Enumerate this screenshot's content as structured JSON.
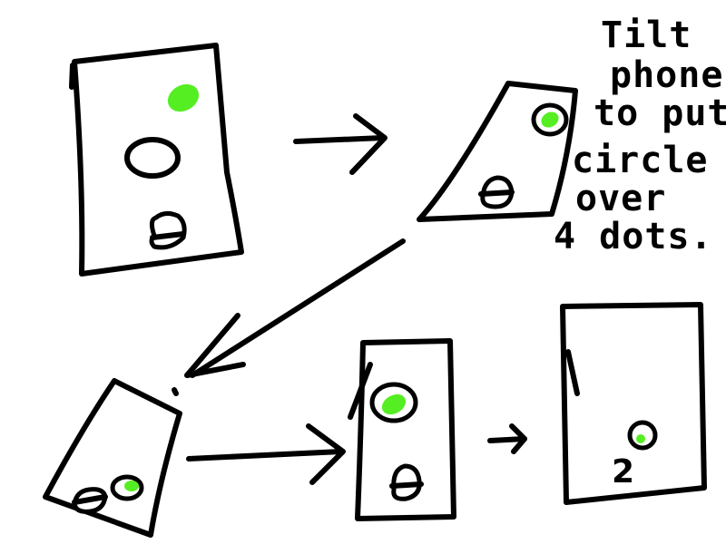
{
  "instruction": {
    "lines": [
      "Tilt",
      "phone",
      "to put",
      "circle",
      "over",
      "4 dots."
    ]
  },
  "colors": {
    "ink": "#000000",
    "dot": "#55ee22",
    "background": "#ffffff"
  },
  "frames": [
    {
      "name": "upright",
      "dot": "loose",
      "pawn": "under"
    },
    {
      "name": "tilted-back",
      "dot": "in-circle",
      "pawn": "under"
    },
    {
      "name": "tilted-side",
      "dot": "in-circle",
      "pawn": "beside"
    },
    {
      "name": "upright-again",
      "dot": "in-circle",
      "pawn": "under"
    },
    {
      "name": "done",
      "dot": "in-circle",
      "pawn": "number-2"
    }
  ],
  "result_glyph": "2"
}
